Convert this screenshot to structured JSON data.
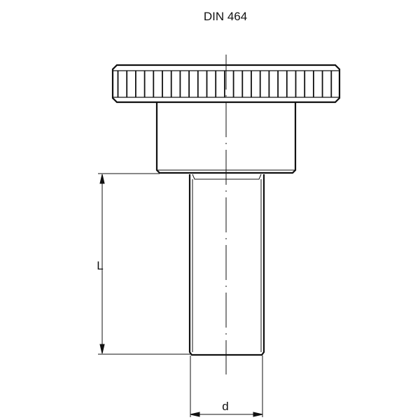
{
  "title": "DIN 464",
  "dimensions": {
    "length_label": "L",
    "diameter_label": "d"
  },
  "colors": {
    "line": "#111111",
    "background": "#ffffff"
  }
}
